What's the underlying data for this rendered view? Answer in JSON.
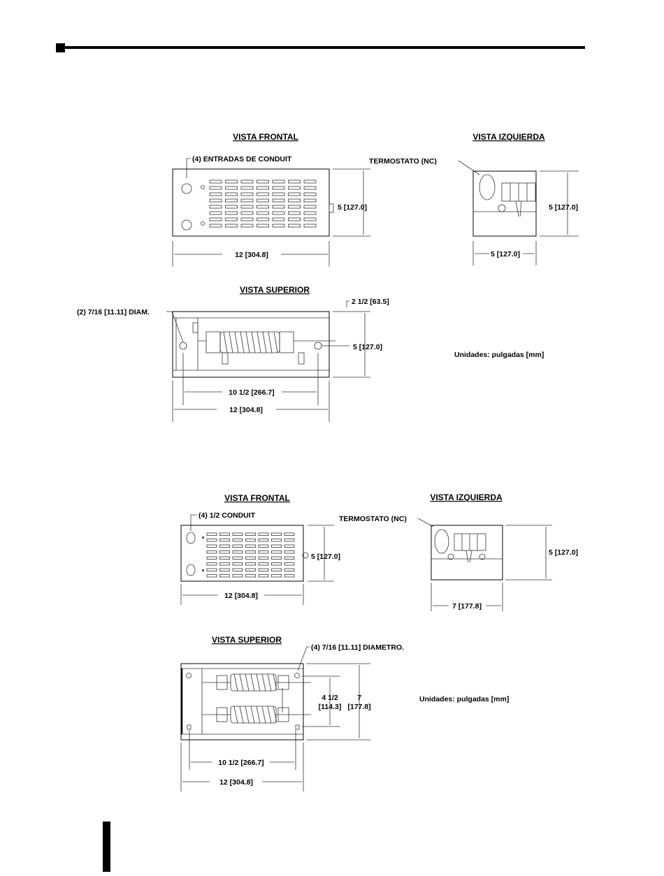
{
  "drawing1": {
    "front": {
      "title": "VISTA FRONTAL",
      "conduit_note": "(4) ENTRADAS DE  CONDUIT",
      "height_dim": "5 [127.0]",
      "width_dim": "12 [304.8]"
    },
    "left": {
      "title": "VISTA IZQUIERDA",
      "thermostat": "TERMOSTATO (NC)",
      "height_dim": "5 [127.0]",
      "width_dim": "5 [127.0]"
    },
    "top": {
      "title": "VISTA SUPERIOR",
      "hole_note": "(2) 7/16 [11.11] DIAM.",
      "offset_dim": "2 1/2 [63.5]",
      "depth_dim": "5 [127.0]",
      "hole_span_dim": "10 1/2 [266.7]",
      "width_dim": "12 [304.8]"
    },
    "units": "Unidades: pulgadas [mm]"
  },
  "drawing2": {
    "front": {
      "title": "VISTA FRONTAL",
      "conduit_note": "(4) 1/2 CONDUIT",
      "height_dim": "5 [127.0]",
      "width_dim": "12 [304.8]"
    },
    "left": {
      "title": "VISTA IZQUIERDA",
      "thermostat": "TERMOSTATO (NC)",
      "height_dim": "5 [127.0]",
      "width_dim": "7 [177.8]"
    },
    "top": {
      "title": "VISTA SUPERIOR",
      "hole_note": "(4) 7/16 [11.11] DIAMETRO.",
      "hole_pitch_in": "4 1/2",
      "hole_pitch_mm": "[114.3]",
      "depth_in": "7",
      "depth_mm": "[177.8]",
      "hole_span_dim": "10 1/2 [266.7]",
      "width_dim": "12 [304.8]"
    },
    "units": "Unidades: pulgadas [mm]"
  }
}
